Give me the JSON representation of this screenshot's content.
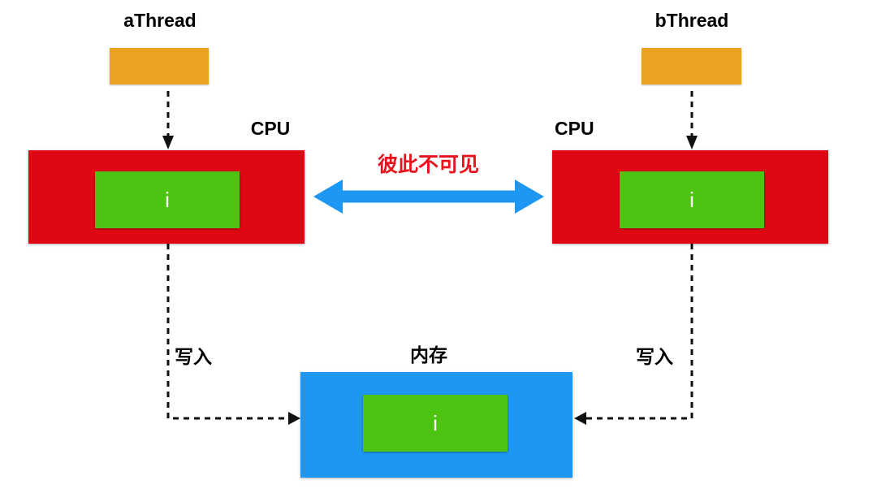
{
  "diagram": {
    "thread_a": {
      "label": "aThread"
    },
    "thread_b": {
      "label": "bThread"
    },
    "cpu_left": {
      "label": "CPU",
      "var": "i"
    },
    "cpu_right": {
      "label": "CPU",
      "var": "i"
    },
    "memory": {
      "label": "内存",
      "var": "i"
    },
    "invisibility_label": "彼此不可见",
    "write_left": "写入",
    "write_right": "写入",
    "colors": {
      "thread_box": "#eaa220",
      "cpu_box": "#e00714",
      "variable_box": "#4ec412",
      "memory_box": "#1e97f3",
      "visibility_arrow": "#1e97f3",
      "invisibility_text": "#e8121c",
      "connector": "#111111"
    }
  }
}
